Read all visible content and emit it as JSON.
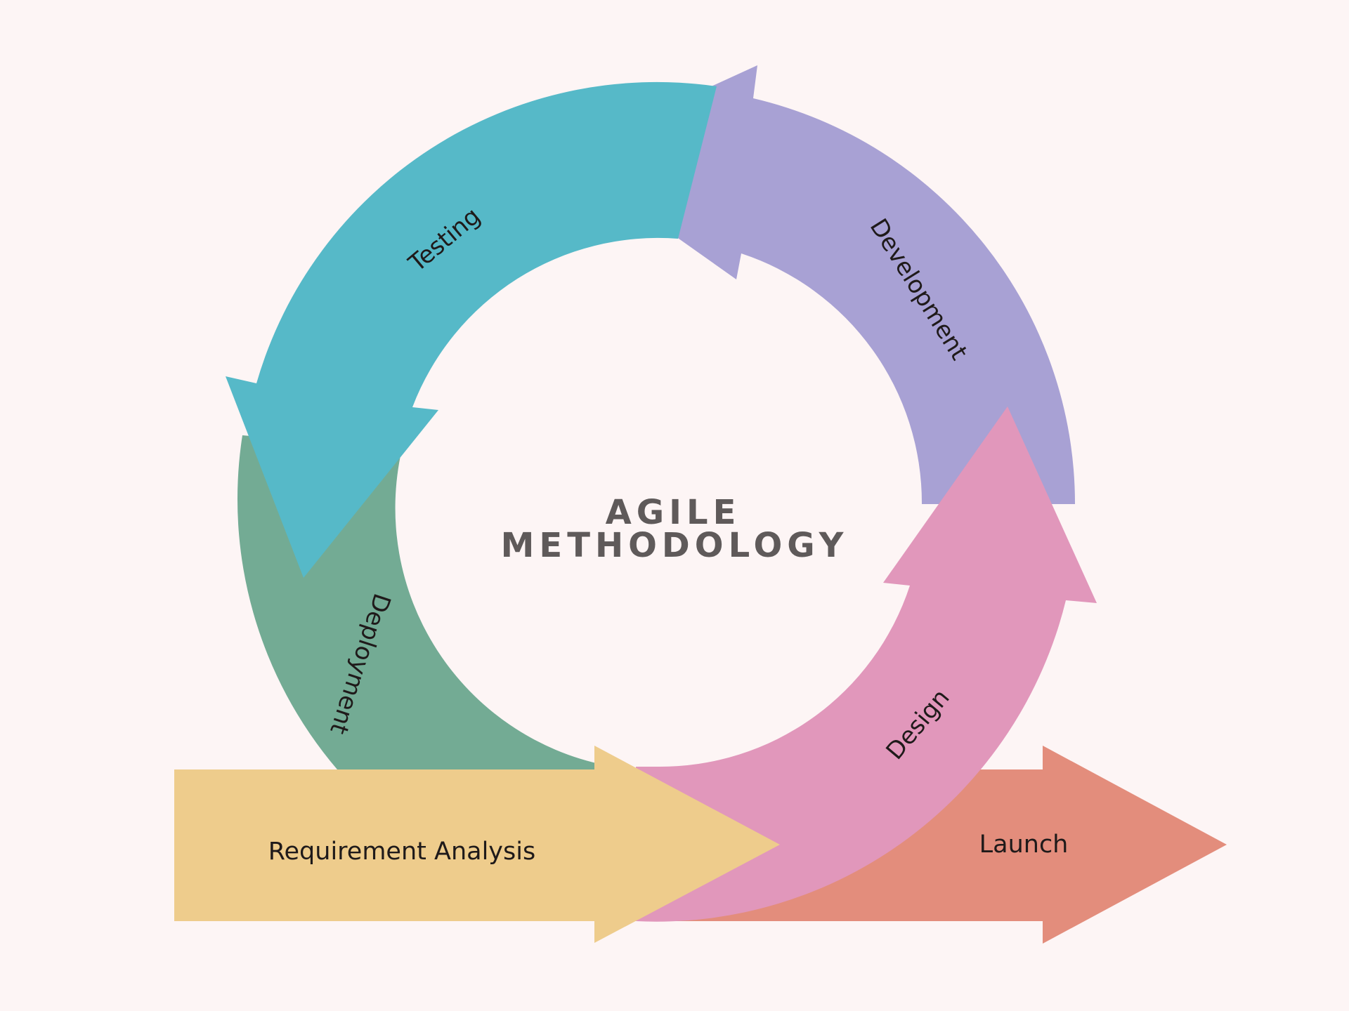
{
  "title": {
    "line1": "AGILE",
    "line2": "METHODOLOGY"
  },
  "stages": {
    "requirement": "Requirement Analysis",
    "design": "Design",
    "development": "Development",
    "testing": "Testing",
    "deployment": "Deployment",
    "launch": "Launch"
  },
  "colors": {
    "background": "#fdf5f5",
    "requirement": "#eecc8c",
    "design": "#e197bb",
    "development": "#a8a1d4",
    "testing": "#56b9c8",
    "deployment": "#73ab94",
    "launch": "#e38d7c",
    "title": "#5f5a5a"
  }
}
